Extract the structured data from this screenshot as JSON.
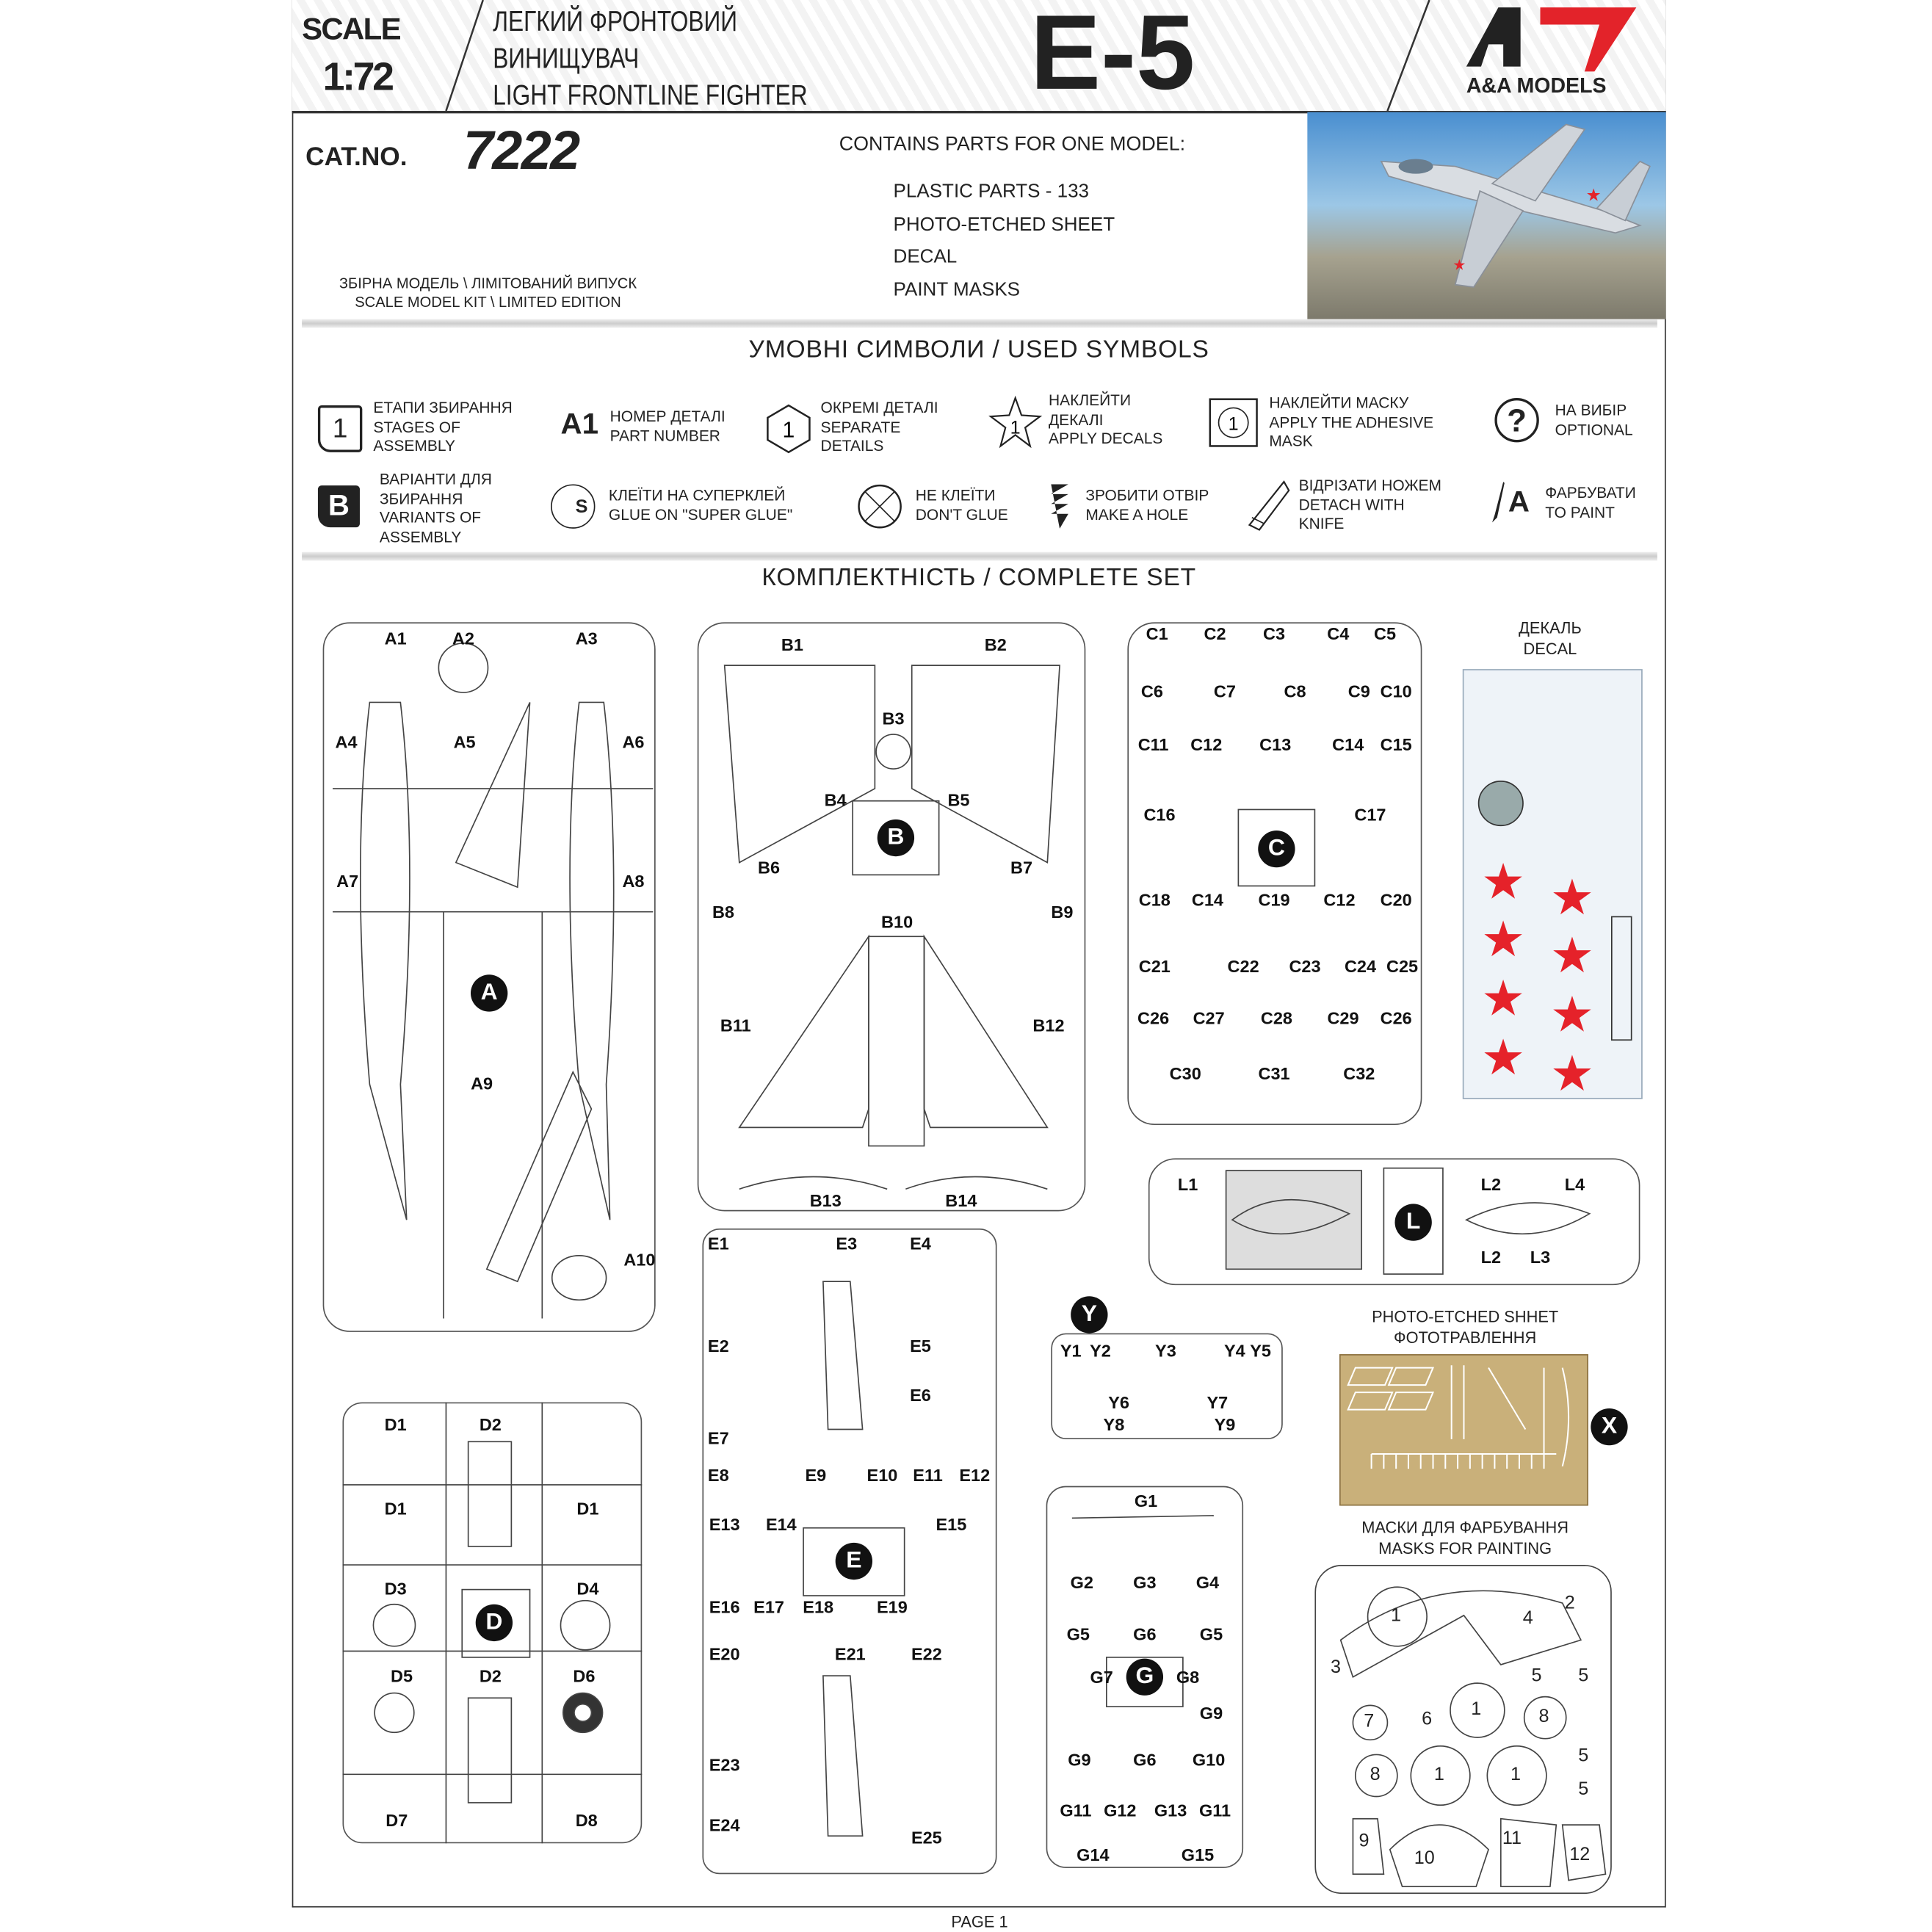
{
  "header": {
    "scale_label": "SCALE",
    "scale_value": "1:72",
    "title_ua_1": "ЛЕГКИЙ ФРОНТОВИЙ",
    "title_ua_2": "ВИНИЩУВАЧ",
    "title_en": "LIGHT FRONTLINE FIGHTER",
    "model": "E-5",
    "brand": "A&A MODELS"
  },
  "info": {
    "cat_label": "CAT.NO.",
    "cat_number": "7222",
    "kit_ua": "ЗБІРНА МОДЕЛЬ \\ ЛІМІТОВАНИЙ ВИПУСК",
    "kit_en": "SCALE MODEL KIT \\ LIMITED EDITION",
    "contains_title": "CONTAINS PARTS FOR ONE MODEL:",
    "contents": [
      "PLASTIC PARTS - 133",
      "PHOTO-ETCHED SHEET",
      "DECAL",
      "PAINT MASKS"
    ]
  },
  "symbols": {
    "title": "УМОВНІ СИМВОЛИ / USED SYMBOLS",
    "items": [
      {
        "icon": "stage-number-icon",
        "glyph": "1",
        "lines": [
          "ЕТАПИ ЗБИРАННЯ",
          "STAGES OF",
          "ASSEMBLY"
        ]
      },
      {
        "icon": "part-number-icon",
        "glyph": "A1",
        "lines": [
          "НОМЕР ДЕТАЛІ",
          "PART NUMBER"
        ]
      },
      {
        "icon": "hexagon-icon",
        "glyph": "1",
        "lines": [
          "ОКРЕМІ ДЕТАЛІ",
          "SEPARATE",
          "DETAILS"
        ]
      },
      {
        "icon": "star-icon",
        "glyph": "1",
        "lines": [
          "НАКЛЕЙТИ",
          "ДЕКАЛІ",
          "APPLY DECALS"
        ]
      },
      {
        "icon": "mask-icon",
        "glyph": "1",
        "lines": [
          "НАКЛЕЙТИ МАСКУ",
          "APPLY THE ADHESIVE",
          "MASK"
        ]
      },
      {
        "icon": "question-icon",
        "glyph": "?",
        "lines": [
          "НА ВИБІР",
          "OPTIONAL"
        ]
      },
      {
        "icon": "variant-icon",
        "glyph": "B",
        "lines": [
          "ВАРІАНТИ ДЛЯ",
          "ЗБИРАННЯ",
          "VARIANTS OF",
          "ASSEMBLY"
        ]
      },
      {
        "icon": "super-glue-icon",
        "glyph": "S",
        "lines": [
          "КЛЕЇТИ НА СУПЕРКЛЕЙ",
          "GLUE ON \"SUPER GLUE\""
        ]
      },
      {
        "icon": "no-glue-icon",
        "glyph": "",
        "lines": [
          "НЕ КЛЕЇТИ",
          "DON'T GLUE"
        ]
      },
      {
        "icon": "drill-icon",
        "glyph": "",
        "lines": [
          "ЗРОБИТИ ОТВІР",
          "MAKE A HOLE"
        ]
      },
      {
        "icon": "knife-icon",
        "glyph": "",
        "lines": [
          "ВІДРІЗАТИ НОЖЕМ",
          "DETACH WITH",
          "KNIFE"
        ]
      },
      {
        "icon": "paint-brush-icon",
        "glyph": "A",
        "lines": [
          "ФАРБУВАТИ",
          "TO PAINT"
        ]
      }
    ]
  },
  "complete_set": {
    "title": "КОМПЛЕКТНІСТЬ / COMPLETE SET"
  },
  "sprues": {
    "A": {
      "letter": "A",
      "labels": [
        "A1",
        "A2",
        "A3",
        "A4",
        "A5",
        "A6",
        "A7",
        "A8",
        "A9",
        "A10"
      ]
    },
    "B": {
      "letter": "B",
      "labels": [
        "B1",
        "B2",
        "B3",
        "B4",
        "B5",
        "B6",
        "B7",
        "B8",
        "B9",
        "B10",
        "B11",
        "B12",
        "B13",
        "B14"
      ]
    },
    "C": {
      "letter": "C",
      "labels": [
        "C1",
        "C2",
        "C3",
        "C4",
        "C5",
        "C6",
        "C7",
        "C8",
        "C9",
        "C10",
        "C11",
        "C12",
        "C13",
        "C14",
        "C15",
        "C16",
        "C17",
        "C18",
        "C14",
        "C19",
        "C12",
        "C20",
        "C21",
        "C22",
        "C23",
        "C24",
        "C25",
        "C26",
        "C27",
        "C28",
        "C29",
        "C26",
        "C30",
        "C31",
        "C32"
      ]
    },
    "L": {
      "letter": "L",
      "labels": [
        "L1",
        "L2",
        "L4",
        "L2",
        "L3"
      ]
    },
    "E": {
      "letter": "E",
      "labels": [
        "E1",
        "E3",
        "E4",
        "E2",
        "E5",
        "E6",
        "E7",
        "E8",
        "E9",
        "E10",
        "E11",
        "E12",
        "E13",
        "E14",
        "E15",
        "E16",
        "E17",
        "E18",
        "E19",
        "E20",
        "E21",
        "E22",
        "E23",
        "E24",
        "E25"
      ]
    },
    "Y": {
      "letter": "Y",
      "labels": [
        "Y1",
        "Y2",
        "Y3",
        "Y4",
        "Y5",
        "Y6",
        "Y7",
        "Y8",
        "Y9"
      ]
    },
    "G": {
      "letter": "G",
      "labels": [
        "G1",
        "G2",
        "G3",
        "G4",
        "G5",
        "G6",
        "G5",
        "G7",
        "G8",
        "G9",
        "G9",
        "G6",
        "G10",
        "G11",
        "G12",
        "G13",
        "G11",
        "G14",
        "G15"
      ]
    },
    "D": {
      "letter": "D",
      "labels": [
        "D1",
        "D2",
        "D1",
        "D1",
        "D3",
        "D4",
        "D5",
        "D2",
        "D6",
        "D7",
        "D8"
      ]
    }
  },
  "decal": {
    "title_ua": "ДЕКАЛЬ",
    "title_en": "DECAL",
    "star_color": "#e5222a"
  },
  "photo_etch": {
    "title_en": "PHOTO-ETCHED SHHET",
    "title_ua": "ФОТОТРАВЛЕННЯ",
    "letter": "X",
    "color": "#c9b07a"
  },
  "masks": {
    "title_ua": "МАСКИ ДЛЯ ФАРБУВАННЯ",
    "title_en": "MASKS FOR PAINTING",
    "labels": [
      "1",
      "4",
      "2",
      "3",
      "5",
      "5",
      "7",
      "6",
      "1",
      "8",
      "5",
      "8",
      "1",
      "1",
      "5",
      "9",
      "10",
      "11",
      "12"
    ]
  },
  "footer": {
    "page": "PAGE 1"
  },
  "colors": {
    "brand_red": "#e3232a",
    "brand_dark": "#222222"
  }
}
